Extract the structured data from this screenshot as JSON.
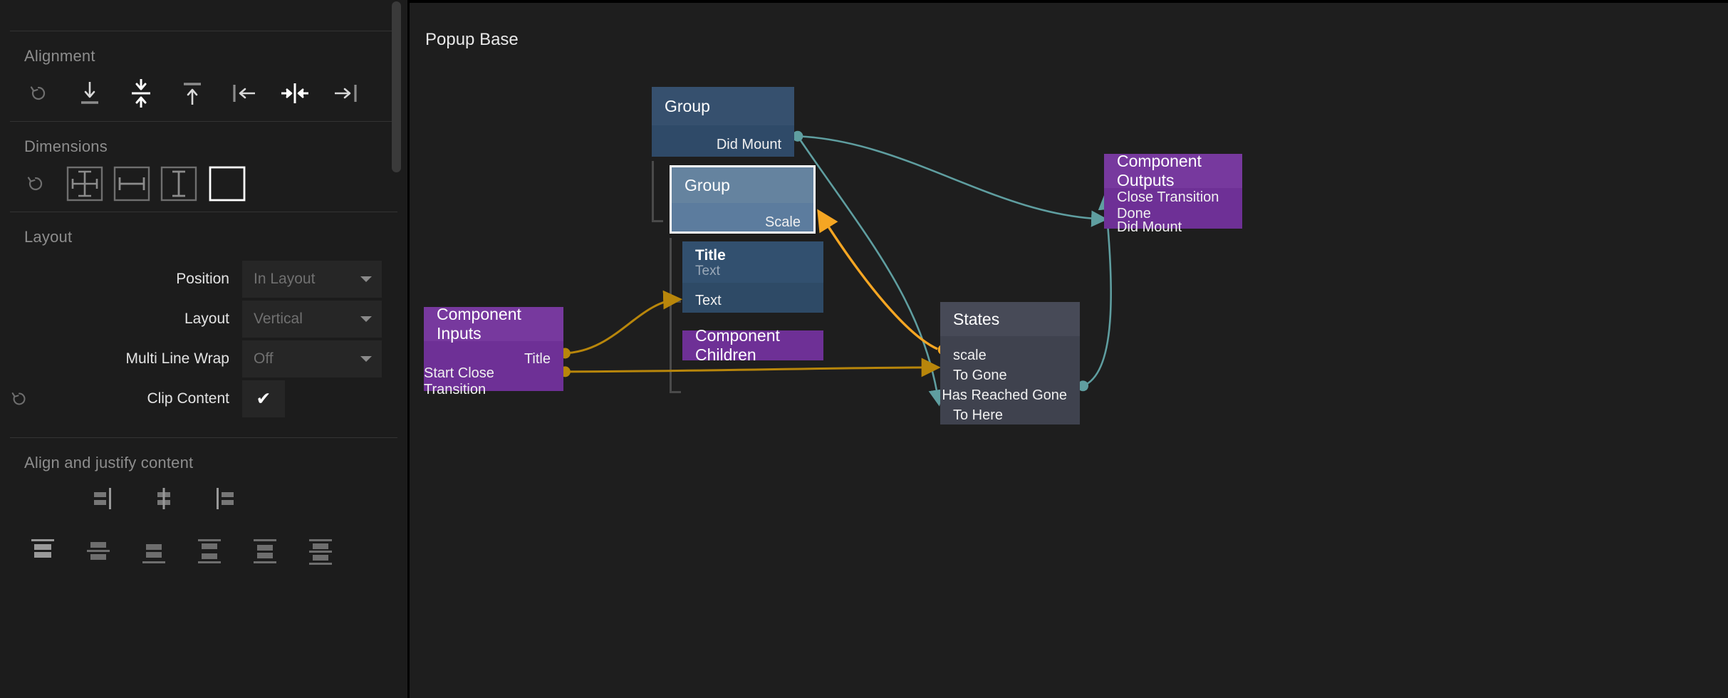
{
  "inspector": {
    "sections": [
      {
        "id": "alignment",
        "title": "Alignment",
        "icons": [
          {
            "name": "reset-alignment-icon",
            "label": "Reset"
          },
          {
            "name": "align-bottom-icon",
            "label": "Align Bottom"
          },
          {
            "name": "align-vertical-center-icon",
            "label": "Align Vertical Center"
          },
          {
            "name": "align-top-icon",
            "label": "Align Top"
          },
          {
            "name": "align-left-icon",
            "label": "Align Left"
          },
          {
            "name": "align-horizontal-center-icon",
            "label": "Align Horizontal Center"
          },
          {
            "name": "align-right-icon",
            "label": "Align Right"
          }
        ]
      },
      {
        "id": "dimensions",
        "title": "Dimensions",
        "icons": [
          {
            "name": "reset-dimensions-icon",
            "label": "Reset"
          },
          {
            "name": "size-both-icon",
            "label": "Fit Both"
          },
          {
            "name": "size-width-icon",
            "label": "Fit Width"
          },
          {
            "name": "size-height-icon",
            "label": "Fit Height"
          },
          {
            "name": "size-fixed-icon",
            "label": "Fixed",
            "selected": true
          }
        ]
      }
    ],
    "layout": {
      "title": "Layout",
      "rows": [
        {
          "label": "Position",
          "value": "In Layout",
          "type": "select",
          "reset": false
        },
        {
          "label": "Layout",
          "value": "Vertical",
          "type": "select",
          "reset": false
        },
        {
          "label": "Multi Line Wrap",
          "value": "Off",
          "type": "select",
          "reset": false
        },
        {
          "label": "Clip Content",
          "value": "✔",
          "type": "checkbox",
          "checked": true,
          "reset": true
        }
      ]
    },
    "align_justify": {
      "title": "Align and justify content",
      "row1": [
        {
          "name": "justify-content-start-icon"
        },
        {
          "name": "justify-content-center-icon"
        },
        {
          "name": "justify-content-end-icon"
        }
      ],
      "row2": [
        {
          "name": "align-content-start-icon"
        },
        {
          "name": "align-content-center-icon"
        },
        {
          "name": "align-content-end-icon"
        },
        {
          "name": "align-content-space-between-icon"
        },
        {
          "name": "align-content-space-around-icon"
        },
        {
          "name": "align-content-space-evenly-icon"
        }
      ]
    }
  },
  "canvas": {
    "title": "Popup Base",
    "nodes": {
      "group_outer": {
        "header": "Group",
        "outputs": [
          "Did Mount"
        ]
      },
      "group_selected": {
        "header": "Group",
        "outputs": [
          "Scale"
        ]
      },
      "title_text": {
        "header": "Title",
        "subheader": "Text",
        "inputs": [
          "Text"
        ]
      },
      "component_children": {
        "header": "Component Children"
      },
      "component_inputs": {
        "header": "Component Inputs",
        "outputs": [
          "Title",
          "Start Close Transition"
        ]
      },
      "states": {
        "header": "States",
        "inputs": [
          "scale",
          "To Gone",
          "To Here"
        ],
        "outputs": [
          "Has Reached Gone"
        ]
      },
      "component_outputs": {
        "header": "Component Outputs",
        "inputs": [
          "Close Transition Done",
          "Did Mount"
        ]
      }
    },
    "edges": [
      {
        "from": "group_outer.Did Mount",
        "to": "component_outputs.Did Mount",
        "color": "#5f9ea0"
      },
      {
        "from": "group_outer.Did Mount",
        "to": "states.To Here",
        "color": "#5f9ea0"
      },
      {
        "from": "states.Has Reached Gone",
        "to": "component_outputs.Close Transition Done",
        "color": "#5f9ea0"
      },
      {
        "from": "states.scale",
        "to": "group_selected.Scale",
        "color": "#f5a623"
      },
      {
        "from": "component_inputs.Title",
        "to": "title_text.Text",
        "color": "#b8860b"
      },
      {
        "from": "component_inputs.Start Close Transition",
        "to": "states.To Gone",
        "color": "#b8860b"
      }
    ]
  },
  "colors": {
    "panel_bg": "#1c1c1c",
    "canvas_bg": "#1e1e1e",
    "node_purple": "#6e3096",
    "node_blue_dark": "#2f4a68",
    "node_blue_light": "#5c7c9e",
    "node_gray": "#3f424e",
    "edge_teal": "#5f9ea0",
    "edge_orange": "#f5a623",
    "edge_gold": "#b8860b",
    "accent_white": "#ffffff"
  }
}
